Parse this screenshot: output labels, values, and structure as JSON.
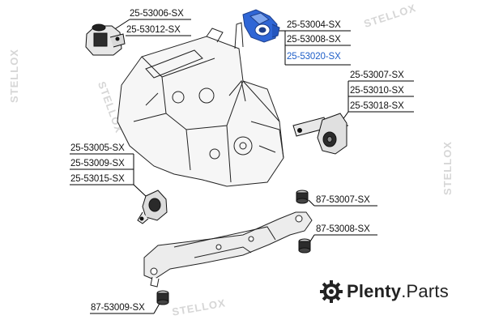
{
  "part_numbers": {
    "group_top_left": [
      "25-53006-SX",
      "25-53012-SX"
    ],
    "group_top_center": [
      "25-53004-SX",
      "25-53008-SX",
      "25-53020-SX"
    ],
    "group_right": [
      "25-53007-SX",
      "25-53010-SX",
      "25-53018-SX"
    ],
    "group_left": [
      "25-53005-SX",
      "25-53009-SX",
      "25-53015-SX"
    ],
    "mount_right_upper": "87-53007-SX",
    "mount_right_lower": "87-53008-SX",
    "mount_bottom_left": "87-53009-SX"
  },
  "highlighted_part": "25-53020-SX",
  "watermark": "STELLOX",
  "branding": {
    "name_strong": "Plenty",
    "name_suffix": ".Parts"
  },
  "colors": {
    "highlight": "#1f5fc8",
    "mount_blue": "#2f66d6",
    "line": "#000000"
  }
}
